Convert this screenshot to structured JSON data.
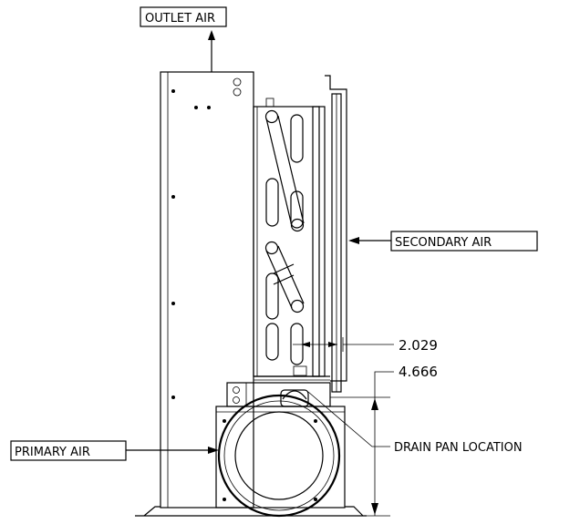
{
  "callouts": {
    "outlet_air": "OUTLET AIR",
    "secondary_air": "SECONDARY AIR",
    "primary_air": "PRIMARY AIR",
    "drain_pan_location": "DRAIN PAN LOCATION"
  },
  "dimensions": {
    "coil_depth": "2.029",
    "drain_height": "4.666"
  }
}
